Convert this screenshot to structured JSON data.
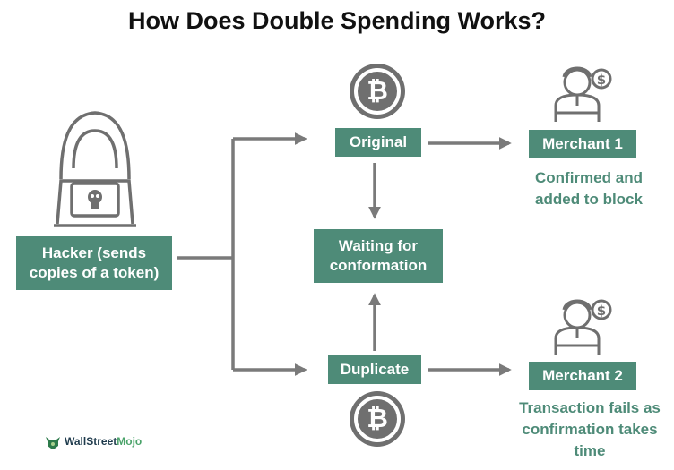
{
  "title": "How Does Double Spending Works?",
  "nodes": {
    "hacker": "Hacker (sends copies of a token)",
    "original": "Original",
    "waiting": "Waiting for conformation",
    "duplicate": "Duplicate",
    "merchant1": "Merchant 1",
    "merchant2": "Merchant 2"
  },
  "notes": {
    "merchant1": "Confirmed and added to block",
    "merchant2": "Transaction fails as confirmation takes time"
  },
  "logo": {
    "part1": "WallStreet",
    "part2": "Mojo"
  },
  "colors": {
    "accent": "#4e8b78",
    "arrow": "#7a7a7a",
    "icon": "#6f6f6f"
  }
}
